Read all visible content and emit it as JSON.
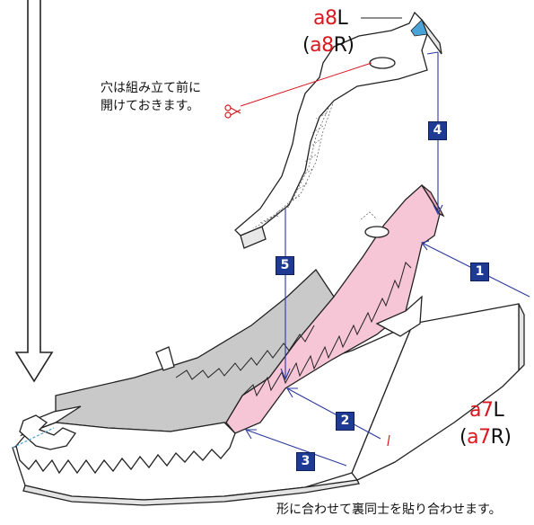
{
  "parts": {
    "upper": {
      "prefix": "a",
      "number": "8",
      "side": "L",
      "alt_open": "(",
      "alt_prefix": "a",
      "alt_number": "8",
      "alt_side": "R",
      "alt_close": ")"
    },
    "lower": {
      "prefix": "a",
      "number": "7",
      "side": "L",
      "alt_open": "(",
      "alt_prefix": "a",
      "alt_number": "7",
      "alt_side": "R",
      "alt_close": ")"
    }
  },
  "notes": {
    "hole_line1": "穴は組み立て前に",
    "hole_line2": "開けておきます。",
    "bottom": "形に合わせて裏同士を貼り合わせます。"
  },
  "steps": {
    "s1": "1",
    "s2": "2",
    "s3": "3",
    "s4": "4",
    "s5": "5"
  },
  "colors": {
    "part_number_red": "#d9181f",
    "step_badge_blue": "#1f3a93",
    "pink_face": "#f6c6d6",
    "gray_face": "#c9c9c9",
    "guide_line_blue": "#2b3a9c",
    "leader_red": "#d9181f"
  },
  "icons": {
    "scissors": "scissors-icon",
    "arrow": "down-arrow-icon"
  }
}
